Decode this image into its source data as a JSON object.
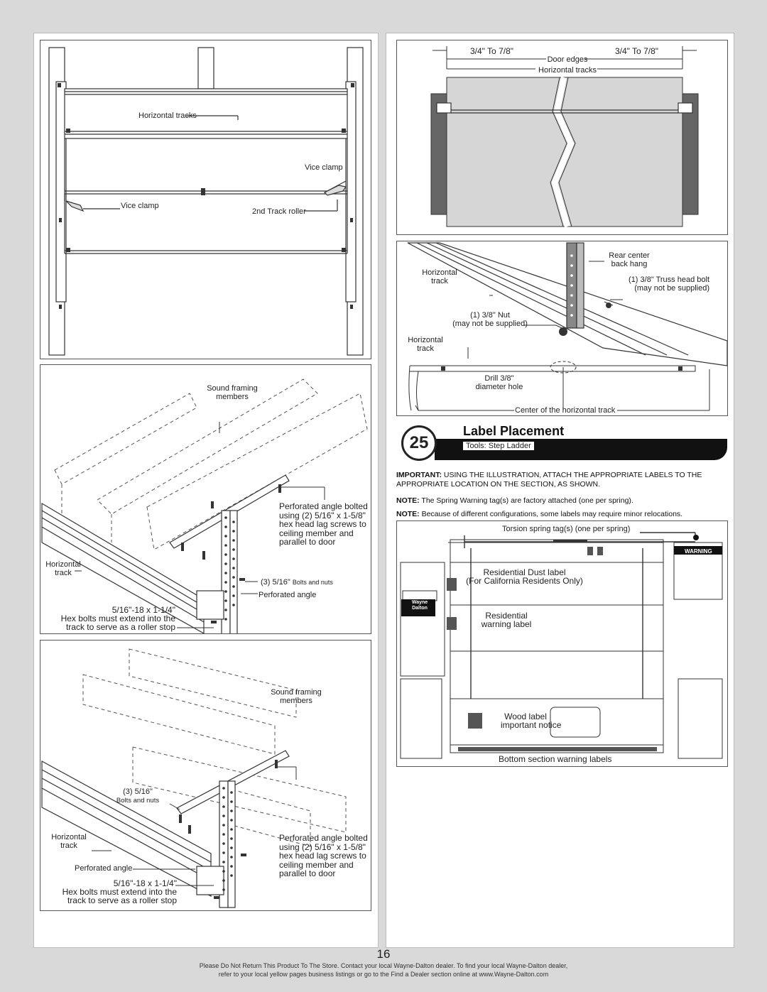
{
  "page_number": "16",
  "footer": {
    "line1": "Please Do Not Return This Product To The Store. Contact your local Wayne-Dalton dealer. To find your local Wayne-Dalton dealer,",
    "line2": "refer to your local yellow pages business listings or go to the Find a Dealer section online at www.Wayne-Dalton.com"
  },
  "fig_tracks": {
    "horizontal_tracks": "Horizontal tracks",
    "vice_clamp_right": "Vice clamp",
    "vice_clamp_left": "Vice clamp",
    "second_track_roller": "2nd Track roller"
  },
  "fig_angle1": {
    "sound_framing": "Sound framing",
    "members": "members",
    "perforated_bolted_1": "Perforated angle bolted",
    "perforated_bolted_2": "using (2) 5/16\" x 1-5/8\"",
    "perforated_bolted_3": "hex head lag screws to",
    "perforated_bolted_4": "ceiling member and",
    "perforated_bolted_5": "parallel to door",
    "horizontal": "Horizontal",
    "track": "track",
    "bolts_nuts_prefix": "(3) 5/16\"",
    "bolts_nuts_suffix": "Bolts and nuts",
    "perforated_angle": "Perforated angle",
    "hex_1": "5/16\"-18 x 1-1/4\"",
    "hex_2": "Hex bolts must extend into the",
    "hex_3": "track to serve as a roller stop"
  },
  "fig_angle2": {
    "sound_framing": "Sound framing",
    "members": "members",
    "bolts_1": "(3) 5/16\"",
    "bolts_2": "Bolts and nuts",
    "horizontal": "Horizontal",
    "track": "track",
    "perforated_angle": "Perforated angle",
    "perforated_bolted_1": "Perforated angle bolted",
    "perforated_bolted_2": "using (2) 5/16\" x 1-5/8\"",
    "perforated_bolted_3": "hex head lag screws to",
    "perforated_bolted_4": "ceiling member and",
    "perforated_bolted_5": "parallel to door",
    "hex_1": "5/16\"-18 x 1-1/4\"",
    "hex_2": "Hex bolts must extend into the",
    "hex_3": "track to serve as a roller stop"
  },
  "fig_door_edges": {
    "left_dim": "3/4\" To 7/8\"",
    "right_dim": "3/4\" To 7/8\"",
    "door_edges": "Door edges",
    "horizontal_tracks": "Horizontal tracks"
  },
  "fig_backhang": {
    "rear_center_1": "Rear center",
    "rear_center_2": "back hang",
    "horizontal_track_1": "Horizontal",
    "horizontal_track_2": "track",
    "truss_bolt_1": "(1) 3/8\" Truss head bolt",
    "truss_bolt_2": "(may not be supplied)",
    "nut_1": "(1) 3/8\" Nut",
    "nut_2": "(may not be supplied)",
    "horizontal_track_b1": "Horizontal",
    "horizontal_track_b2": "track",
    "drill_1": "Drill 3/8\"",
    "drill_2": "diameter hole",
    "center": "Center of the horizontal track"
  },
  "step": {
    "number": "25",
    "title": "Label Placement",
    "tools": "Tools: Step Ladder",
    "important_label": "IMPORTANT:",
    "important_text": "USING THE ILLUSTRATION, ATTACH THE APPROPRIATE LABELS TO THE APPROPRIATE LOCATION ON THE SECTION, AS SHOWN.",
    "note1_label": "NOTE:",
    "note1_text": "The Spring Warning tag(s) are factory attached (one per spring).",
    "note2_label": "NOTE:",
    "note2_text": "Because of different configurations, some labels may require minor relocations."
  },
  "fig_labels": {
    "torsion": "Torsion spring tag(s) (one per spring)",
    "warning": "WARNING",
    "res_dust_1": "Residential Dust label",
    "res_dust_2": "(For California Residents Only)",
    "res_warn_1": "Residential",
    "res_warn_2": "warning label",
    "wood_1": "Wood label",
    "wood_2": "important notice",
    "bottom": "Bottom section warning labels",
    "logo_1": "Wayne",
    "logo_2": "Dalton"
  }
}
